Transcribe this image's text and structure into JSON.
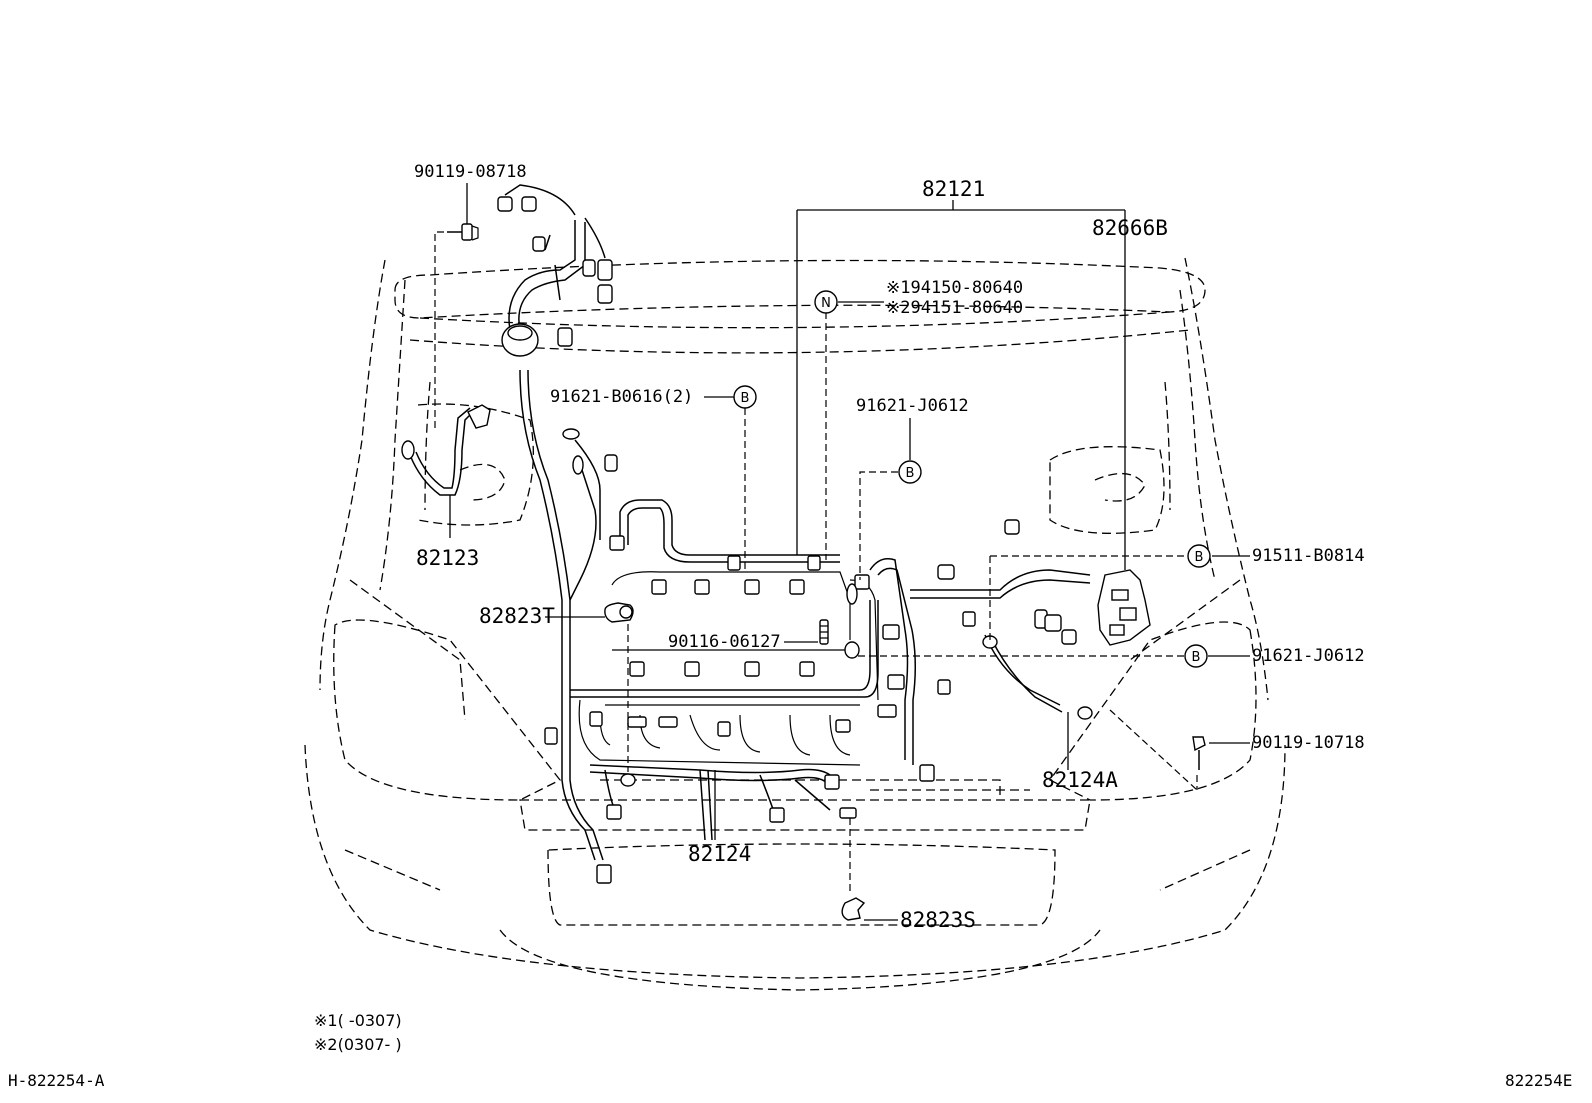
{
  "diagram_code": "H-822254-A",
  "figure_code": "822254E",
  "symbols": {
    "nut": "N",
    "bolt": "B"
  },
  "parts": {
    "p90119_08718": "90119-08718",
    "p82121": "82121",
    "p82666B": "82666B",
    "p94150": "※194150-80640",
    "p94151": "※294151-80640",
    "p91621_B0616": "91621-B0616(2)",
    "p91621_J0612_top": "91621-J0612",
    "p82123": "82123",
    "p91511_B0814": "91511-B0814",
    "p82823T": "82823T",
    "p90116_06127": "90116-06127",
    "p91621_J0612_right": "91621-J0612",
    "p90119_10718": "90119-10718",
    "p82124A": "82124A",
    "p82124": "82124",
    "p82823S": "82823S"
  },
  "notes": {
    "note1": "※1(   -0307)",
    "note2": "※2(0307-   )"
  }
}
